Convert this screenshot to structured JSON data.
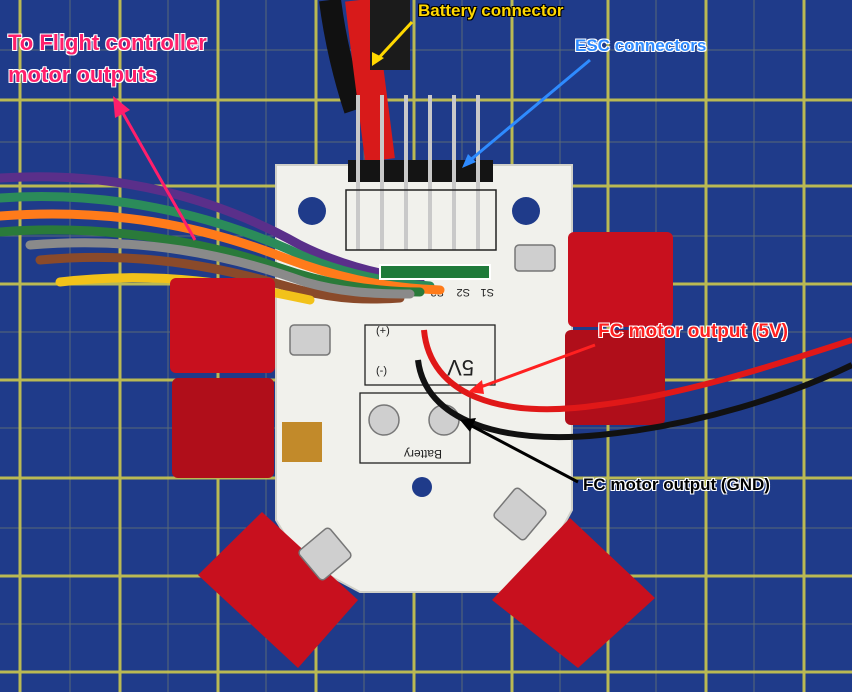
{
  "annotations": {
    "battery_connector": "Battery connector",
    "esc_connectors": "ESC connectors",
    "to_flight_controller_line1": "To Flight controller",
    "to_flight_controller_line2": "motor outputs",
    "fc_motor_output_5v": "FC motor output (5V)",
    "fc_motor_output_gnd": "FC motor output (GND)"
  },
  "board_silkscreen": {
    "pins": [
      "S3",
      "S2",
      "S1"
    ],
    "voltage": "5V",
    "plus": "(+)",
    "minus": "(-)",
    "battery": "Battery"
  },
  "colors": {
    "board": "#f2f2ee",
    "connector_red": "#c8101e",
    "grid_blue": "#1e3a86",
    "grid_line": "#d9d24a"
  }
}
